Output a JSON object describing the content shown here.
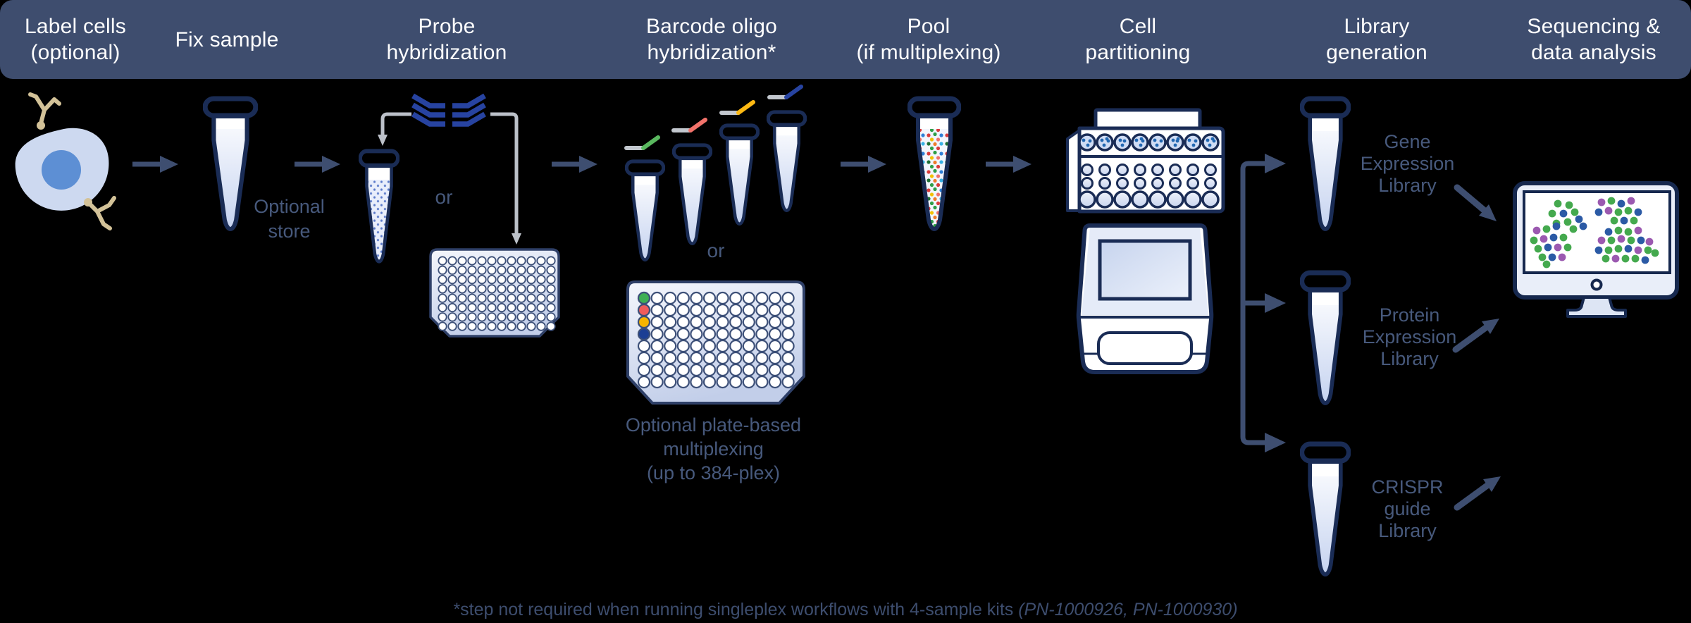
{
  "header": {
    "steps": [
      {
        "label": "Label cells\n(optional)"
      },
      {
        "label": "Fix sample"
      },
      {
        "label": "Probe\nhybridization"
      },
      {
        "label": "Barcode oligo\nhybridization*"
      },
      {
        "label": "Pool\n(if multiplexing)"
      },
      {
        "label": "Cell\npartitioning"
      },
      {
        "label": "Library\ngeneration"
      },
      {
        "label": "Sequencing &\ndata analysis"
      }
    ]
  },
  "annotations": {
    "optional_store": "Optional\nstore",
    "or_probe": "or",
    "or_barcode": "or",
    "plate_multiplex_note": "Optional plate-based\nmultiplexing\n(up to 384-plex)"
  },
  "libraries": [
    {
      "label": "Gene\nExpression\nLibrary"
    },
    {
      "label": "Protein\nExpression\nLibrary"
    },
    {
      "label": "CRISPR\nguide\nLibrary"
    }
  ],
  "footnote": {
    "text": "*step not required when running singleplex workflows with 4-sample kits ",
    "part_numbers": "(PN-1000926, PN-1000930)"
  },
  "colors": {
    "header_bar": "#3E4D6E",
    "background": "#000000",
    "outline_navy": "#1A2C55",
    "arrow_slate": "#3E4E70",
    "text_slate": "#47597C",
    "gray_connector": "#BCC1C9",
    "probe_blue": "#2743A0",
    "cell_body": "#CDD9F0",
    "cell_nucleus": "#5D8FD4",
    "antibody_tan": "#D3C298",
    "oligo_tag_colors": [
      "#5AB85F",
      "#F2726A",
      "#FDB913",
      "#2743A0"
    ],
    "plate_well_colors": [
      "#3FAF54",
      "#EF5B5B",
      "#F7B500",
      "#1C3F94"
    ],
    "monitor_dot_colors": [
      "#44A94E",
      "#2B5AA5",
      "#9B59B0"
    ]
  }
}
